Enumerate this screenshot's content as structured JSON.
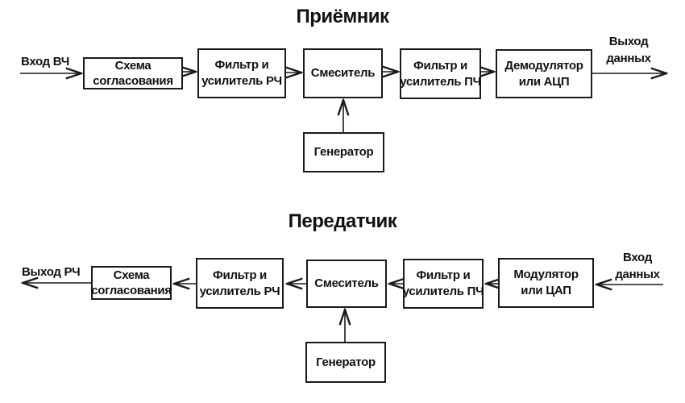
{
  "palette": {
    "background": "#ffffff",
    "line": "#1a1a1a",
    "text": "#111111"
  },
  "receiver": {
    "title": "Приёмник",
    "input_label": "Вход ВЧ",
    "output_label_lines": [
      "Выход",
      "данных"
    ],
    "blocks": {
      "matching": {
        "lines": [
          "Схема",
          "согласования"
        ]
      },
      "rf": {
        "lines": [
          "Фильтр и",
          "усилитель РЧ"
        ]
      },
      "mixer": {
        "lines": [
          "Смеситель"
        ]
      },
      "if": {
        "lines": [
          "Фильтр и",
          "усилитель ПЧ"
        ]
      },
      "demod": {
        "lines": [
          "Демодулятор",
          "или АЦП"
        ]
      },
      "oscillator": {
        "lines": [
          "Генератор"
        ]
      }
    }
  },
  "transmitter": {
    "title": "Передатчик",
    "output_label": "Выход РЧ",
    "input_label_lines": [
      "Вход",
      "данных"
    ],
    "blocks": {
      "matching": {
        "lines": [
          "Схема",
          "согласования"
        ]
      },
      "rf": {
        "lines": [
          "Фильтр и",
          "усилитель РЧ"
        ]
      },
      "mixer": {
        "lines": [
          "Смеситель"
        ]
      },
      "if": {
        "lines": [
          "Фильтр и",
          "усилитель ПЧ"
        ]
      },
      "modulator": {
        "lines": [
          "Модулятор",
          "или ЦАП"
        ]
      },
      "oscillator": {
        "lines": [
          "Генератор"
        ]
      }
    }
  }
}
